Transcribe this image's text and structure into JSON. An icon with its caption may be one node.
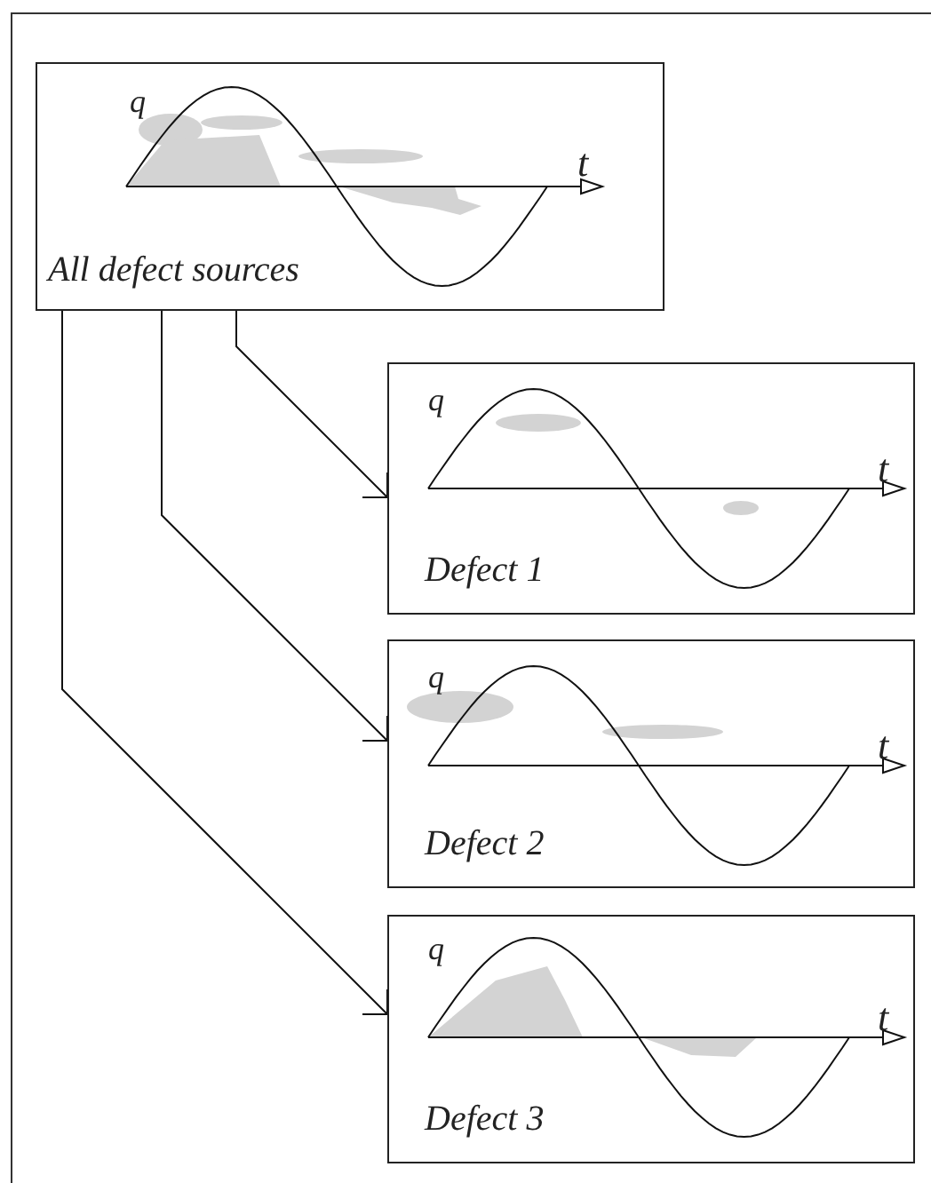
{
  "diagram": {
    "nodes": [
      {
        "text": [
          "All defect sources"
        ]
      },
      {
        "text": [
          "Defect 1"
        ]
      },
      {
        "text": [
          "Defect 2"
        ]
      },
      {
        "text": [
          "Defect 3"
        ]
      }
    ],
    "edges": [
      {
        "from": 0,
        "to": 1,
        "arrow": "to"
      },
      {
        "from": 0,
        "to": 2,
        "arrow": "to"
      },
      {
        "from": 0,
        "to": 3,
        "arrow": "to"
      }
    ],
    "labels": [
      "q",
      "t",
      "q",
      "t",
      "q",
      "t",
      "q",
      "t"
    ]
  }
}
